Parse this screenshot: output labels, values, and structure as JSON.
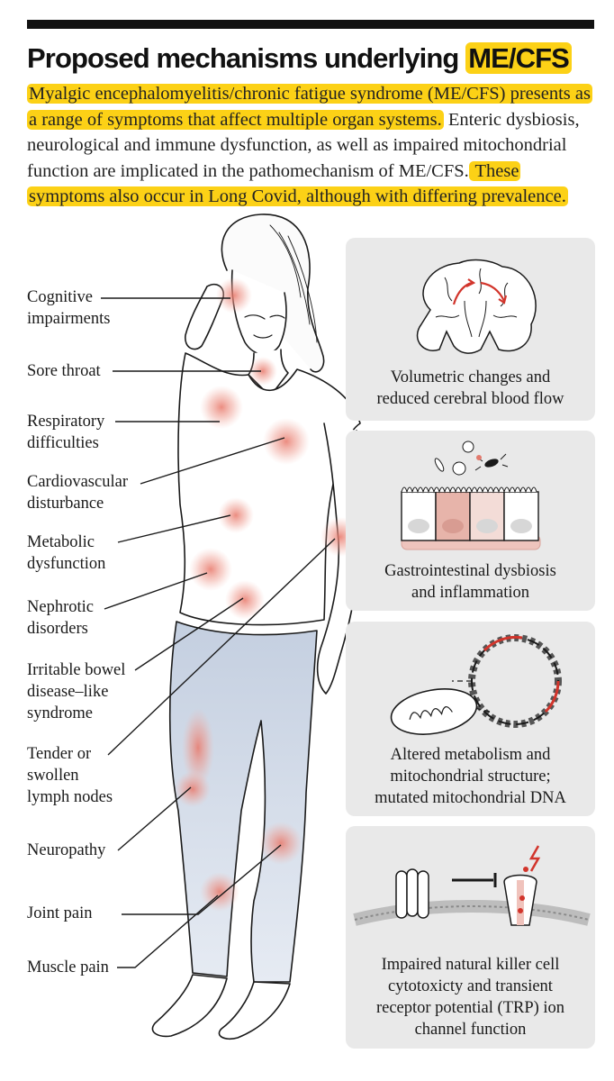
{
  "header": {
    "title_part1": "Proposed mechanisms underlying ",
    "title_highlight": "ME/CFS",
    "subtitle_hl1": "Myalgic encephalomyelitis/chronic fatigue syndrome (ME/CFS) presents as a range of symptoms that affect multiple organ systems.",
    "subtitle_plain": " Enteric dysbiosis, neurological and immune dysfunction, as well as impaired mitochondrial function are implicated in the pathomechanism of ME/CFS.",
    "subtitle_hl2": " These symptoms also occur in Long Covid, although with differing prevalence."
  },
  "symptoms": [
    {
      "line1": "Cognitive",
      "line2": "impairments"
    },
    {
      "line1": "Sore throat"
    },
    {
      "line1": "Respiratory",
      "line2": "difficulties"
    },
    {
      "line1": "Cardiovascular",
      "line2": "disturbance"
    },
    {
      "line1": "Metabolic",
      "line2": "dysfunction"
    },
    {
      "line1": "Nephrotic",
      "line2": "disorders"
    },
    {
      "line1": "Irritable bowel",
      "line2": "disease–like",
      "line3": "syndrome"
    },
    {
      "line1": "Tender or",
      "line2": "swollen",
      "line3": "lymph nodes"
    },
    {
      "line1": "Neuropathy"
    },
    {
      "line1": "Joint pain"
    },
    {
      "line1": "Muscle pain"
    }
  ],
  "mechanisms": [
    {
      "icon": "brain-icon",
      "line1": "Volumetric changes and",
      "line2": "reduced cerebral blood flow"
    },
    {
      "icon": "intestine-cells-icon",
      "line1": "Gastrointestinal dysbiosis",
      "line2": "and inflammation"
    },
    {
      "icon": "mitochondria-dna-icon",
      "line1": "Altered metabolism and",
      "line2": "mitochondrial structure;",
      "line3": "mutated mitochondrial DNA"
    },
    {
      "icon": "cell-membrane-channel-icon",
      "line1": "Impaired natural killer cell",
      "line2": "cytotoxicty and transient",
      "line3": "receptor potential (TRP) ion",
      "line4": "channel function"
    }
  ],
  "colors": {
    "highlight": "#fcd116",
    "panel": "#e9e9e9",
    "inflammation": "#e8786a",
    "jeans": "#c9d3e3"
  }
}
